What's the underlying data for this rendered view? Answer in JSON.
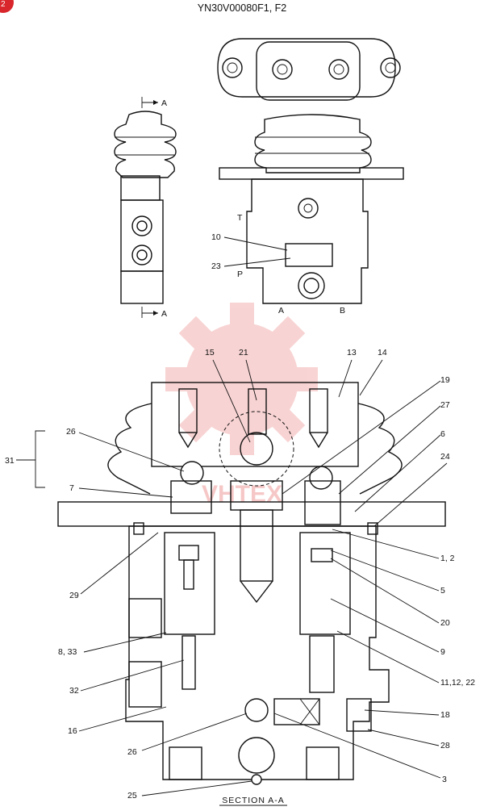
{
  "header": {
    "code": "YN30V00080F1, F2",
    "badge": "2"
  },
  "top_view": {
    "section_marks": [
      "A",
      "A"
    ],
    "port_labels": [
      "T",
      "P",
      "A",
      "B"
    ],
    "callouts": [
      "10",
      "23"
    ]
  },
  "section": {
    "title": "SECTION  A-A",
    "callouts": [
      "15",
      "21",
      "13",
      "14",
      "19",
      "27",
      "6",
      "24",
      "26",
      "31",
      "7",
      "1, 2",
      "5",
      "20",
      "9",
      "11,12, 22",
      "29",
      "8, 33",
      "32",
      "16",
      "18",
      "28",
      "26",
      "3",
      "25"
    ]
  },
  "watermark": {
    "text": "VHTEX",
    "color": "#e23a3a"
  },
  "colors": {
    "ink": "#111111",
    "badge": "#d9262c"
  }
}
